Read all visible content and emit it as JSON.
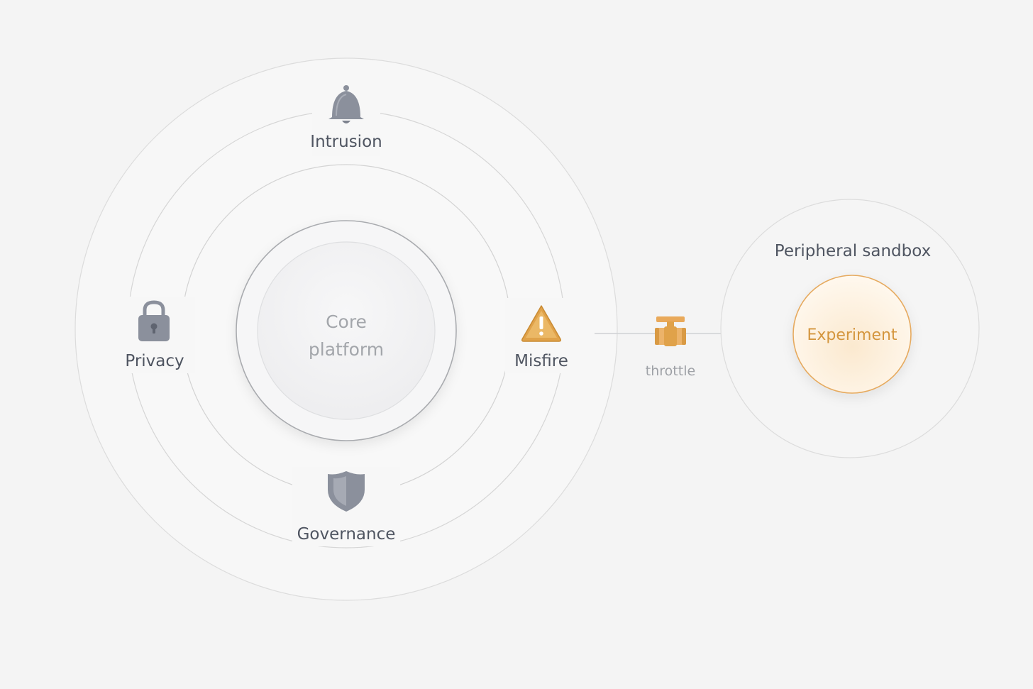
{
  "core": {
    "line1": "Core",
    "line2": "platform"
  },
  "threats": {
    "intrusion": {
      "label": "Intrusion",
      "icon": "bell-icon"
    },
    "privacy": {
      "label": "Privacy",
      "icon": "lock-icon"
    },
    "misfire": {
      "label": "Misfire",
      "icon": "warning-icon"
    },
    "governance": {
      "label": "Governance",
      "icon": "shield-icon"
    }
  },
  "connector": {
    "label": "throttle",
    "icon": "valve-icon"
  },
  "sandbox": {
    "title": "Peripheral sandbox",
    "node": "Experiment"
  },
  "colors": {
    "background": "#f4f4f4",
    "ring": "#d9d9d9",
    "text": "#4f5561",
    "muted": "#9ea1a6",
    "icon_gray": "#8b909c",
    "accent": "#e0a24a",
    "accent_text": "#d4963e"
  }
}
